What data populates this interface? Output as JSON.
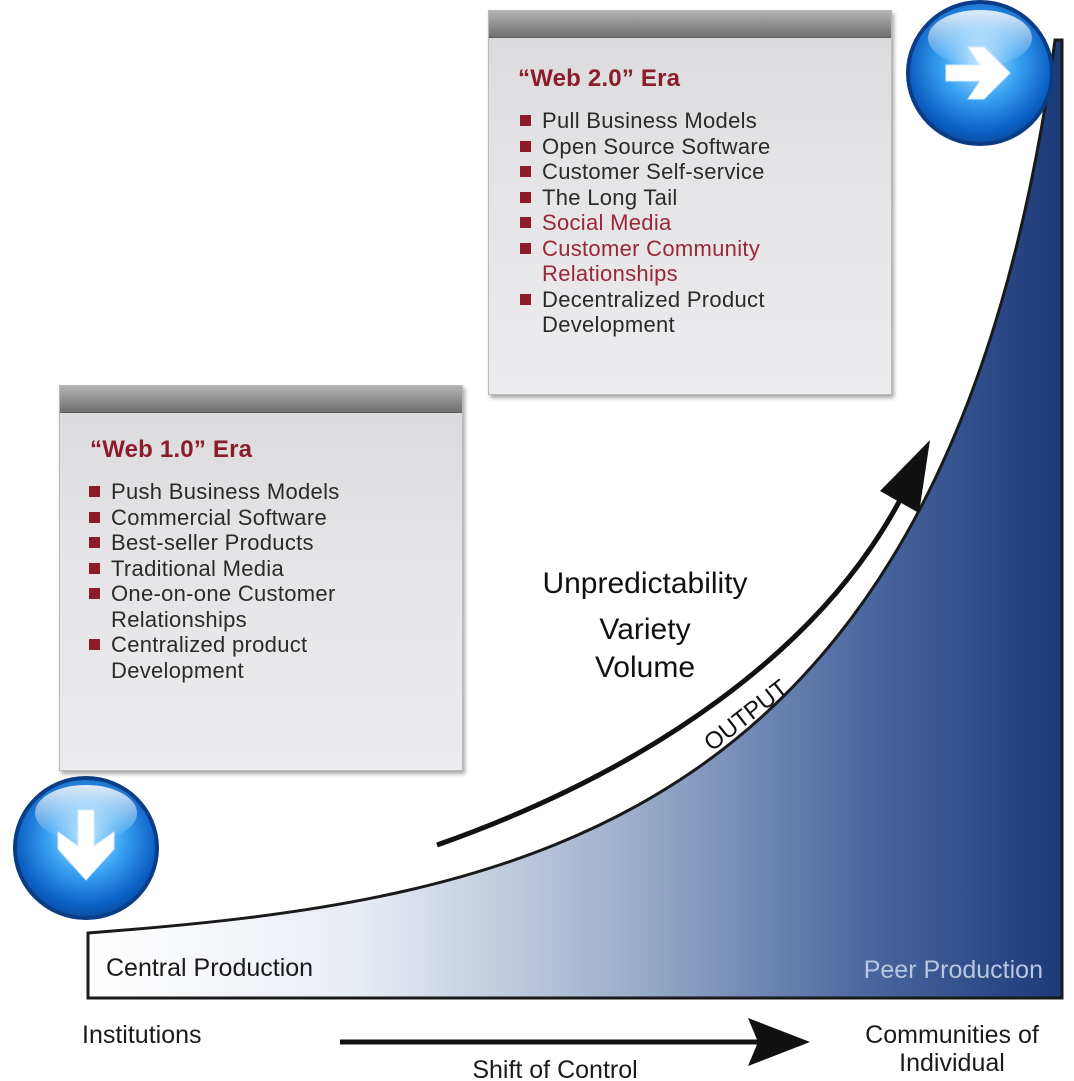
{
  "web1": {
    "title": "“Web 1.0” Era",
    "items": [
      {
        "text": "Push Business Models",
        "highlight": false
      },
      {
        "text": "Commercial Software",
        "highlight": false
      },
      {
        "text": "Best-seller Products",
        "highlight": false
      },
      {
        "text": "Traditional Media",
        "highlight": false
      },
      {
        "text": "One-on-one Customer Relationships",
        "lines": [
          "One-on-one Customer",
          "Relationships"
        ],
        "highlight": false
      },
      {
        "text": "Centralized product Development",
        "lines": [
          "Centralized product",
          "Development"
        ],
        "highlight": false
      }
    ]
  },
  "web2": {
    "title": "“Web 2.0” Era",
    "items": [
      {
        "text": "Pull Business Models",
        "highlight": false
      },
      {
        "text": "Open Source Software",
        "highlight": false
      },
      {
        "text": "Customer Self-service",
        "highlight": false
      },
      {
        "text": "The Long Tail",
        "highlight": false
      },
      {
        "text": "Social Media",
        "highlight": true
      },
      {
        "text": "Customer Community Relationships",
        "lines": [
          "Customer Community",
          "Relationships"
        ],
        "highlight": true
      },
      {
        "text": "Decentralized Product Development",
        "lines": [
          "Decentralized Product",
          "Development"
        ],
        "highlight": false
      }
    ]
  },
  "output": {
    "lines": [
      "Unpredictability",
      "Variety",
      "Volume"
    ],
    "arrow_label": "OUTPUT"
  },
  "curve": {
    "left_label": "Central Production",
    "right_label": "Peer Production"
  },
  "axis": {
    "left_label": "Institutions",
    "right_label_lines": [
      "Communities of",
      "Individual"
    ],
    "arrow_label": "Shift of Control"
  },
  "icons": {
    "top_right": "right-arrow-icon",
    "bottom_left": "down-arrow-icon"
  },
  "colors": {
    "accent_red": "#8c1c2a",
    "highlight_red": "#9a2638",
    "curve_dark_blue": "#1b3a78",
    "curve_light": "#ffffff",
    "icon_blue": "#1f7fe0"
  }
}
